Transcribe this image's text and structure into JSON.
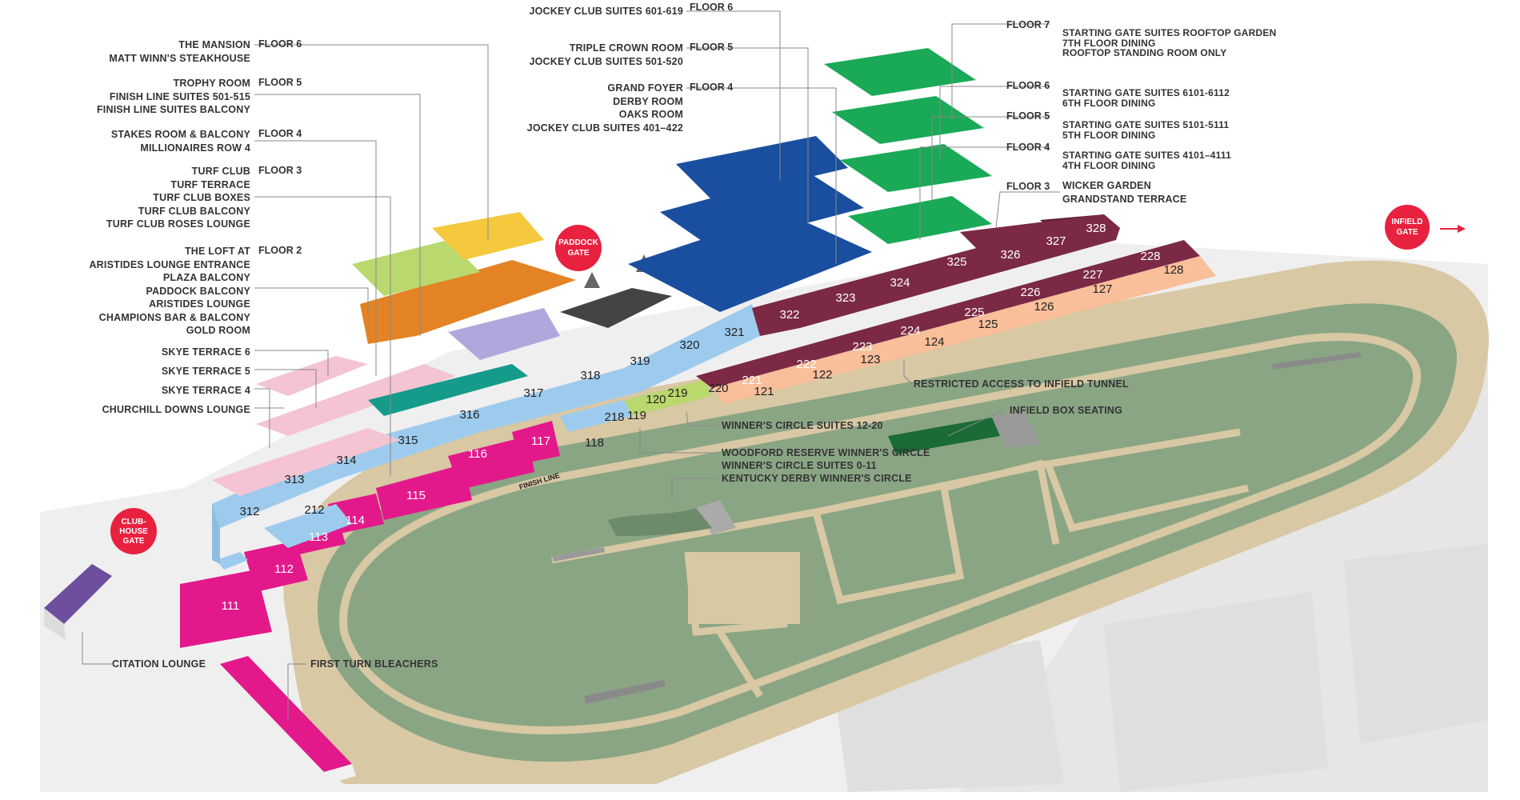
{
  "floor_labels": {
    "floor6": "FLOOR 6",
    "floor5": "FLOOR 5",
    "floor4": "FLOOR 4",
    "floor3": "FLOOR 3",
    "floor2": "FLOOR 2",
    "floor7": "FLOOR 7"
  },
  "left_groups": {
    "f6": [
      "THE MANSION",
      "MATT WINN'S STEAKHOUSE"
    ],
    "f5": [
      "TROPHY ROOM",
      "FINISH LINE SUITES 501-515",
      "FINISH LINE SUITES BALCONY"
    ],
    "f4": [
      "STAKES ROOM & BALCONY",
      "MILLIONAIRES ROW 4"
    ],
    "f3": [
      "TURF CLUB",
      "TURF TERRACE",
      "TURF CLUB BOXES",
      "TURF CLUB BALCONY",
      "TURF CLUB ROSES LOUNGE"
    ],
    "f2": [
      "THE LOFT AT",
      "ARISTIDES LOUNGE ENTRANCE",
      "PLAZA BALCONY",
      "PADDOCK BALCONY",
      "ARISTIDES LOUNGE",
      "CHAMPIONS BAR & BALCONY",
      "GOLD ROOM"
    ],
    "skye6": "SKYE TERRACE 6",
    "skye5": "SKYE TERRACE 5",
    "skye4": "SKYE TERRACE 4",
    "churchill": "CHURCHILL DOWNS LOUNGE"
  },
  "middle_groups": {
    "f6": [
      "JOCKEY CLUB SUITES 601-619"
    ],
    "f5": [
      "TRIPLE CROWN ROOM",
      "JOCKEY CLUB SUITES 501-520"
    ],
    "f4": [
      "GRAND FOYER",
      "DERBY ROOM",
      "OAKS ROOM",
      "JOCKEY CLUB SUITES 401–422"
    ]
  },
  "right_groups": {
    "f7": [
      "STARTING GATE SUITES ROOFTOP GARDEN",
      "7TH FLOOR DINING",
      "ROOFTOP STANDING ROOM ONLY"
    ],
    "f6": [
      "STARTING GATE SUITES 6101-6112",
      "6TH FLOOR DINING"
    ],
    "f5": [
      "STARTING GATE SUITES 5101-5111",
      "5TH FLOOR DINING"
    ],
    "f4": [
      "STARTING GATE SUITES 4101–4111",
      "4TH FLOOR DINING"
    ],
    "f3": [
      "WICKER GARDEN",
      "GRANDSTAND TERRACE"
    ]
  },
  "callouts": {
    "restricted": "RESTRICTED ACCESS TO INFIELD TUNNEL",
    "infield_box": "INFIELD BOX SEATING",
    "winners_12_20": "WINNER'S CIRCLE SUITES 12-20",
    "woodford": "WOODFORD RESERVE WINNER'S CIRCLE",
    "winners_0_11": "WINNER'S CIRCLE SUITES 0-11",
    "kentucky": "KENTUCKY DERBY WINNER'S CIRCLE",
    "citation": "CITATION LOUNGE",
    "first_turn": "FIRST TURN BLEACHERS",
    "finish_line": "FINISH LINE"
  },
  "gates": {
    "paddock": [
      "PADDOCK",
      "GATE"
    ],
    "clubhouse": [
      "CLUB-",
      "HOUSE",
      "GATE"
    ],
    "infield": [
      "INFIELD",
      "GATE"
    ]
  },
  "sections": {
    "s100": [
      "111",
      "112",
      "113",
      "114",
      "115",
      "116",
      "117",
      "118",
      "119",
      "120",
      "121",
      "122",
      "123",
      "124",
      "125",
      "126",
      "127",
      "128"
    ],
    "s200": [
      "212",
      "218",
      "219",
      "220",
      "221",
      "222",
      "223",
      "224",
      "225",
      "226",
      "227",
      "228"
    ],
    "s300": [
      "312",
      "313",
      "314",
      "315",
      "316",
      "317",
      "318",
      "319",
      "320",
      "321",
      "322",
      "323",
      "324",
      "325",
      "326",
      "327",
      "328"
    ]
  },
  "colors": {
    "pink": "#e3198b",
    "light_blue": "#9dcbee",
    "teal": "#169b8a",
    "lavender": "#b1a7dc",
    "orange": "#e48324",
    "yellow": "#f4c93e",
    "lime": "#b9d86d",
    "navy": "#1a4f9f",
    "green": "#1aa957",
    "maroon": "#7b2945",
    "peach": "#f8bf9a",
    "light_pink": "#f4c4d2",
    "purple": "#6d4f9e",
    "gate_red": "#e8213f",
    "track_tan": "#d8c8a4",
    "infield_green": "#8aa584"
  }
}
